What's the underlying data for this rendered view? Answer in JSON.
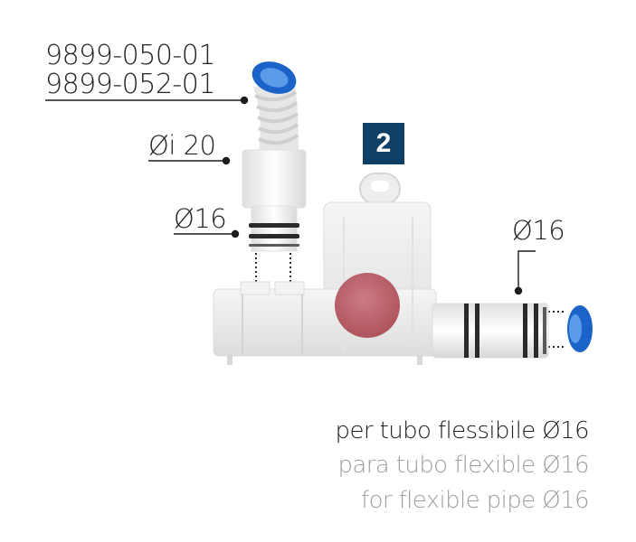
{
  "badge": "2",
  "codes": [
    "9899-050-01",
    "9899-052-01"
  ],
  "callouts": {
    "inner_diameter": "Øi 20",
    "left_diameter": "Ø16",
    "right_diameter": "Ø16"
  },
  "captions": {
    "it": "per tubo flessibile Ø16",
    "es": "para tubo flexible Ø16",
    "en": "for flexible pipe Ø16"
  },
  "colors": {
    "badge": "#0e3f66",
    "hose_blue": "#1b63c9",
    "ball": "#b8555f",
    "body": "#eeeeee"
  }
}
